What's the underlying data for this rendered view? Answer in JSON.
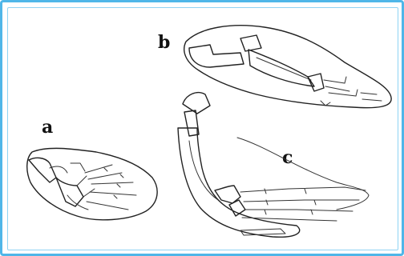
{
  "panels": [
    {
      "id": "a",
      "label": "a"
    },
    {
      "id": "b",
      "label": "b"
    },
    {
      "id": "c",
      "label": "c"
    }
  ],
  "colors": {
    "frame": "#4fb6e8",
    "frame_inner": "#8fd3f4",
    "ink": "#222222"
  }
}
